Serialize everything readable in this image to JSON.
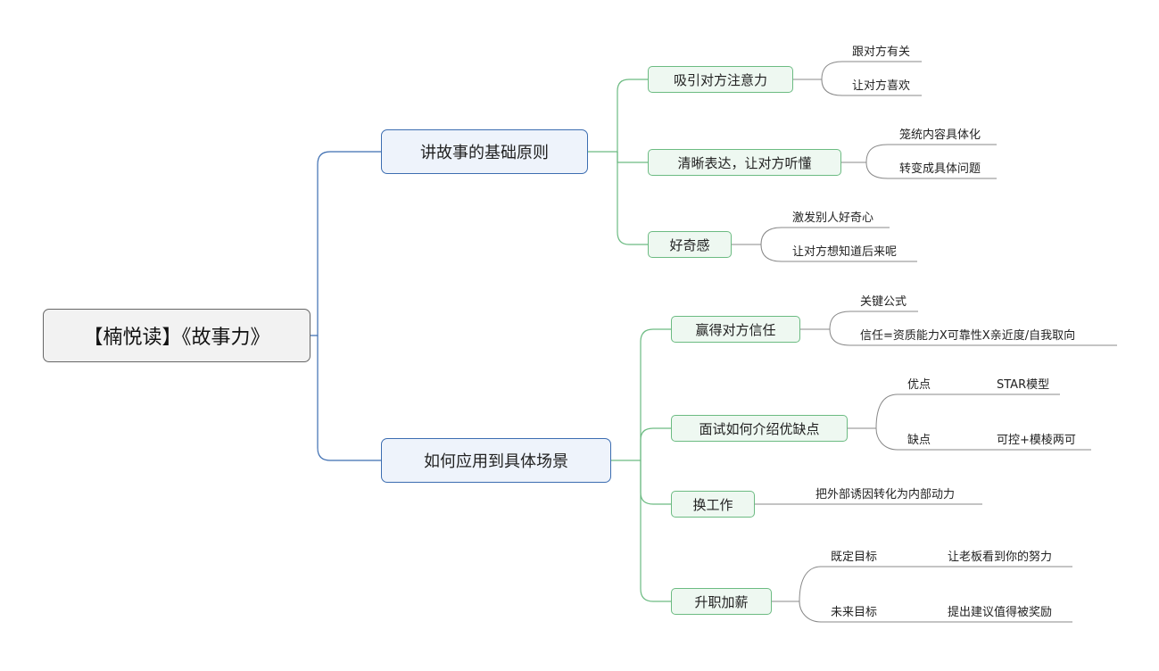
{
  "root": "【楠悦读】《故事力》",
  "branches": [
    {
      "label": "讲故事的基础原则",
      "children": [
        {
          "label": "吸引对方注意力",
          "leaves": [
            "跟对方有关",
            "让对方喜欢"
          ]
        },
        {
          "label": "清晰表达，让对方听懂",
          "leaves": [
            "笼统内容具体化",
            "转变成具体问题"
          ]
        },
        {
          "label": "好奇感",
          "leaves": [
            "激发别人好奇心",
            "让对方想知道后来呢"
          ]
        }
      ]
    },
    {
      "label": "如何应用到具体场景",
      "children": [
        {
          "label": "赢得对方信任",
          "leaves": [
            "关键公式",
            "信任=资质能力X可靠性X亲近度/自我取向"
          ]
        },
        {
          "label": "面试如何介绍优缺点",
          "subs": [
            {
              "label": "优点",
              "leaf": "STAR模型"
            },
            {
              "label": "缺点",
              "leaf": "可控+模棱两可"
            }
          ]
        },
        {
          "label": "换工作",
          "leaves": [
            "把外部诱因转化为内部动力"
          ]
        },
        {
          "label": "升职加薪",
          "subs": [
            {
              "label": "既定目标",
              "leaf": "让老板看到你的努力"
            },
            {
              "label": "未来目标",
              "leaf": "提出建议值得被奖励"
            }
          ]
        }
      ]
    }
  ],
  "colors": {
    "level1_line": "#3c6db1",
    "level2_line": "#6cbb82",
    "leaf_line": "#888888"
  }
}
